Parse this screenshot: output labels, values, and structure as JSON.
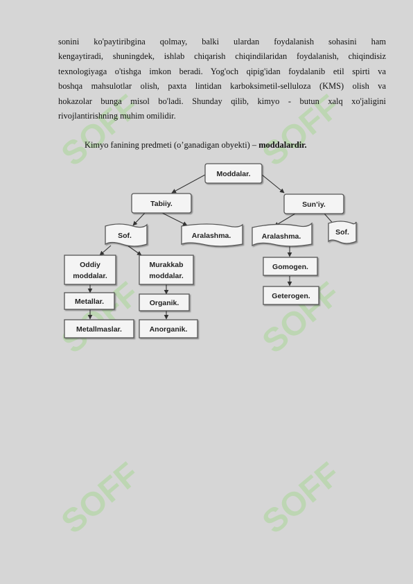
{
  "paragraph_lines": [
    "sonini ko'paytiribgina qolmay, balki ulardan foydalanish sohasini ham",
    "kengaytiradi, shuningdek, ishlab chiqarish chiqindilaridan foydalanish, chiqindisiz",
    "texnologiyaga o'tishga imkon beradi. Yog'och qipig'idan foydalanib etil spirti va",
    "boshqa mahsulotlar olish, paxta lintidan karboksimetil-selluloza (KMS) olish va",
    "hokazolar bunga misol bo'ladi. Shunday qilib, kimyo - butun xalq xo'jaligini",
    "rivojlantirishning muhim omilidir."
  ],
  "subject_line": {
    "prefix": "Kimyo fanining predmeti (o’ganadigan obyekti) – ",
    "bold": "moddalardir."
  },
  "diagram": {
    "root": "Moddalar.",
    "natural": "Tabiiy.",
    "artificial": "Sun’iy.",
    "natural_pure": "Sof.",
    "natural_mixture": "Aralashma.",
    "artificial_mixture": "Aralashma.",
    "artificial_pure": "Sof.",
    "simple_line1": "Oddiy",
    "simple_line2": "moddalar.",
    "complex_line1": "Murakkab",
    "complex_line2": "moddalar.",
    "metals": "Metallar.",
    "nonmetals": "Metallmaslar.",
    "organic": "Organik.",
    "inorganic": "Anorganik.",
    "homogeneous": "Gomogen.",
    "heterogeneous": "Geterogen."
  },
  "watermark_text": "SOFF",
  "colors": {
    "background": "#d6d6d6",
    "box_fill": "#f4f4f4",
    "box_stroke": "#555555",
    "watermark": "#7fd65a"
  }
}
